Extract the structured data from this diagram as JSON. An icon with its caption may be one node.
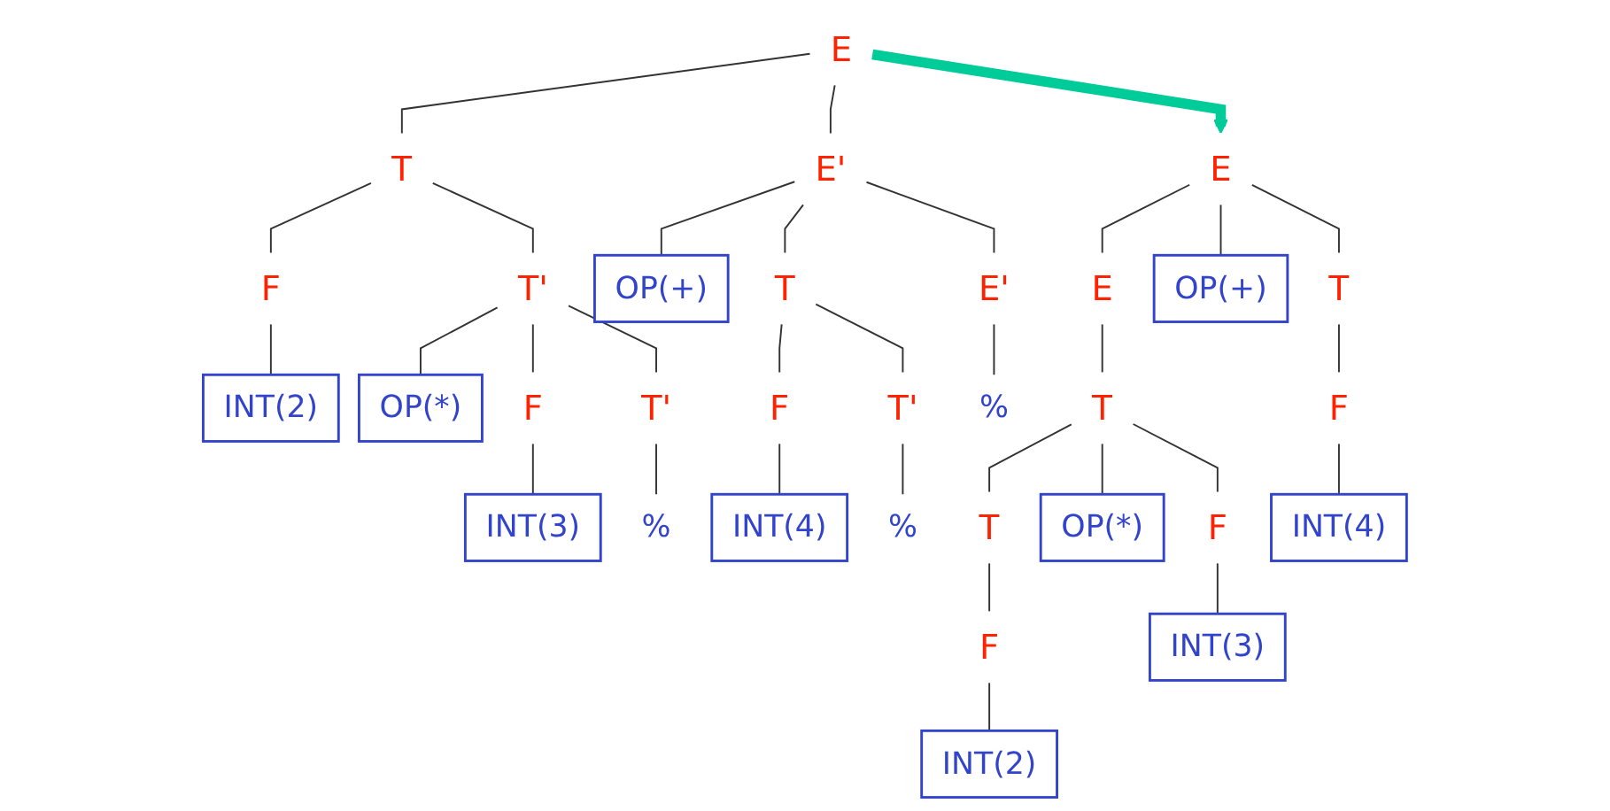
{
  "diagram": {
    "nodes": [
      {
        "text": [
          "E"
        ]
      },
      {
        "text": [
          "T"
        ]
      },
      {
        "text": [
          "E'"
        ]
      },
      {
        "text": [
          "F"
        ]
      },
      {
        "text": [
          "T'"
        ]
      },
      {
        "text": [
          "OP(+)"
        ]
      },
      {
        "text": [
          "T"
        ]
      },
      {
        "text": [
          "E'"
        ]
      },
      {
        "text": [
          "INT(2)"
        ]
      },
      {
        "text": [
          "OP(*)"
        ]
      },
      {
        "text": [
          "F"
        ]
      },
      {
        "text": [
          "T'"
        ]
      },
      {
        "text": [
          "F"
        ]
      },
      {
        "text": [
          "T'"
        ]
      },
      {
        "text": [
          "%"
        ]
      },
      {
        "text": [
          "INT(3)"
        ]
      },
      {
        "text": [
          "%"
        ]
      },
      {
        "text": [
          "INT(4)"
        ]
      },
      {
        "text": [
          "%"
        ]
      },
      {
        "text": [
          "E"
        ]
      },
      {
        "text": [
          "E"
        ]
      },
      {
        "text": [
          "OP(+)"
        ]
      },
      {
        "text": [
          "T"
        ]
      },
      {
        "text": [
          "T"
        ]
      },
      {
        "text": [
          "F"
        ]
      },
      {
        "text": [
          "T"
        ]
      },
      {
        "text": [
          "OP(*)"
        ]
      },
      {
        "text": [
          "F"
        ]
      },
      {
        "text": [
          "INT(4)"
        ]
      },
      {
        "text": [
          "F"
        ]
      },
      {
        "text": [
          "INT(3)"
        ]
      },
      {
        "text": [
          "INT(2)"
        ]
      }
    ],
    "edges": [
      {
        "from": 0,
        "to": 1,
        "arrow": "none"
      },
      {
        "from": 0,
        "to": 2,
        "arrow": "none"
      },
      {
        "from": 1,
        "to": 3,
        "arrow": "none"
      },
      {
        "from": 1,
        "to": 4,
        "arrow": "none"
      },
      {
        "from": 2,
        "to": 5,
        "arrow": "none"
      },
      {
        "from": 2,
        "to": 6,
        "arrow": "none"
      },
      {
        "from": 2,
        "to": 7,
        "arrow": "none"
      },
      {
        "from": 3,
        "to": 8,
        "arrow": "none"
      },
      {
        "from": 4,
        "to": 9,
        "arrow": "none"
      },
      {
        "from": 4,
        "to": 10,
        "arrow": "none"
      },
      {
        "from": 4,
        "to": 11,
        "arrow": "none"
      },
      {
        "from": 6,
        "to": 12,
        "arrow": "none"
      },
      {
        "from": 6,
        "to": 13,
        "arrow": "none"
      },
      {
        "from": 7,
        "to": 14,
        "arrow": "none"
      },
      {
        "from": 10,
        "to": 15,
        "arrow": "none"
      },
      {
        "from": 11,
        "to": 16,
        "arrow": "none"
      },
      {
        "from": 12,
        "to": 17,
        "arrow": "none"
      },
      {
        "from": 13,
        "to": 18,
        "arrow": "none"
      },
      {
        "from": 0,
        "to": 19,
        "arrow": "to",
        "style": "thick",
        "color": "#00cc99"
      },
      {
        "from": 19,
        "to": 20,
        "arrow": "none"
      },
      {
        "from": 19,
        "to": 21,
        "arrow": "none"
      },
      {
        "from": 19,
        "to": 22,
        "arrow": "none"
      },
      {
        "from": 20,
        "to": 23,
        "arrow": "none"
      },
      {
        "from": 22,
        "to": 24,
        "arrow": "none"
      },
      {
        "from": 23,
        "to": 25,
        "arrow": "none"
      },
      {
        "from": 23,
        "to": 26,
        "arrow": "none"
      },
      {
        "from": 23,
        "to": 27,
        "arrow": "none"
      },
      {
        "from": 24,
        "to": 28,
        "arrow": "none"
      },
      {
        "from": 25,
        "to": 29,
        "arrow": "none"
      },
      {
        "from": 27,
        "to": 30,
        "arrow": "none"
      },
      {
        "from": 29,
        "to": 31,
        "arrow": "none"
      }
    ]
  }
}
